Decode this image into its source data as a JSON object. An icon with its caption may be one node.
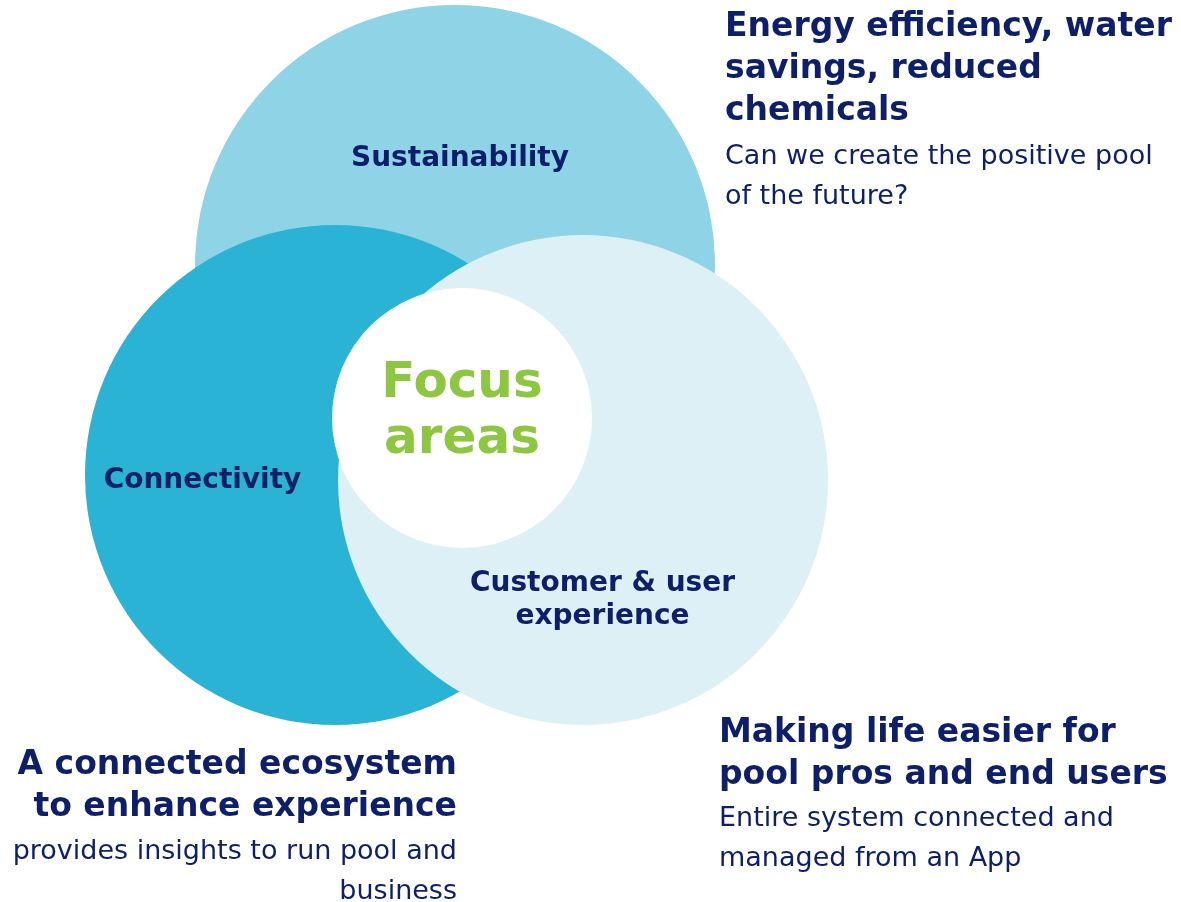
{
  "diagram": {
    "nodes": [
      {
        "text": [
          "Sustainability"
        ],
        "beside": [
          "Energy efficiency, water savings, reduced chemicals",
          "Can we create the positive pool of the future?"
        ]
      },
      {
        "text": [
          "Connectivity"
        ],
        "beside": [
          "A connected ecosystem to enhance experience",
          "provides insights to run pool and business"
        ]
      },
      {
        "text": [
          "Customer & user experience"
        ],
        "beside": [
          "Making life easier for pool pros and end users",
          "Entire system connected and managed from an App"
        ]
      },
      {
        "text": [
          "Focus areas"
        ]
      }
    ]
  }
}
